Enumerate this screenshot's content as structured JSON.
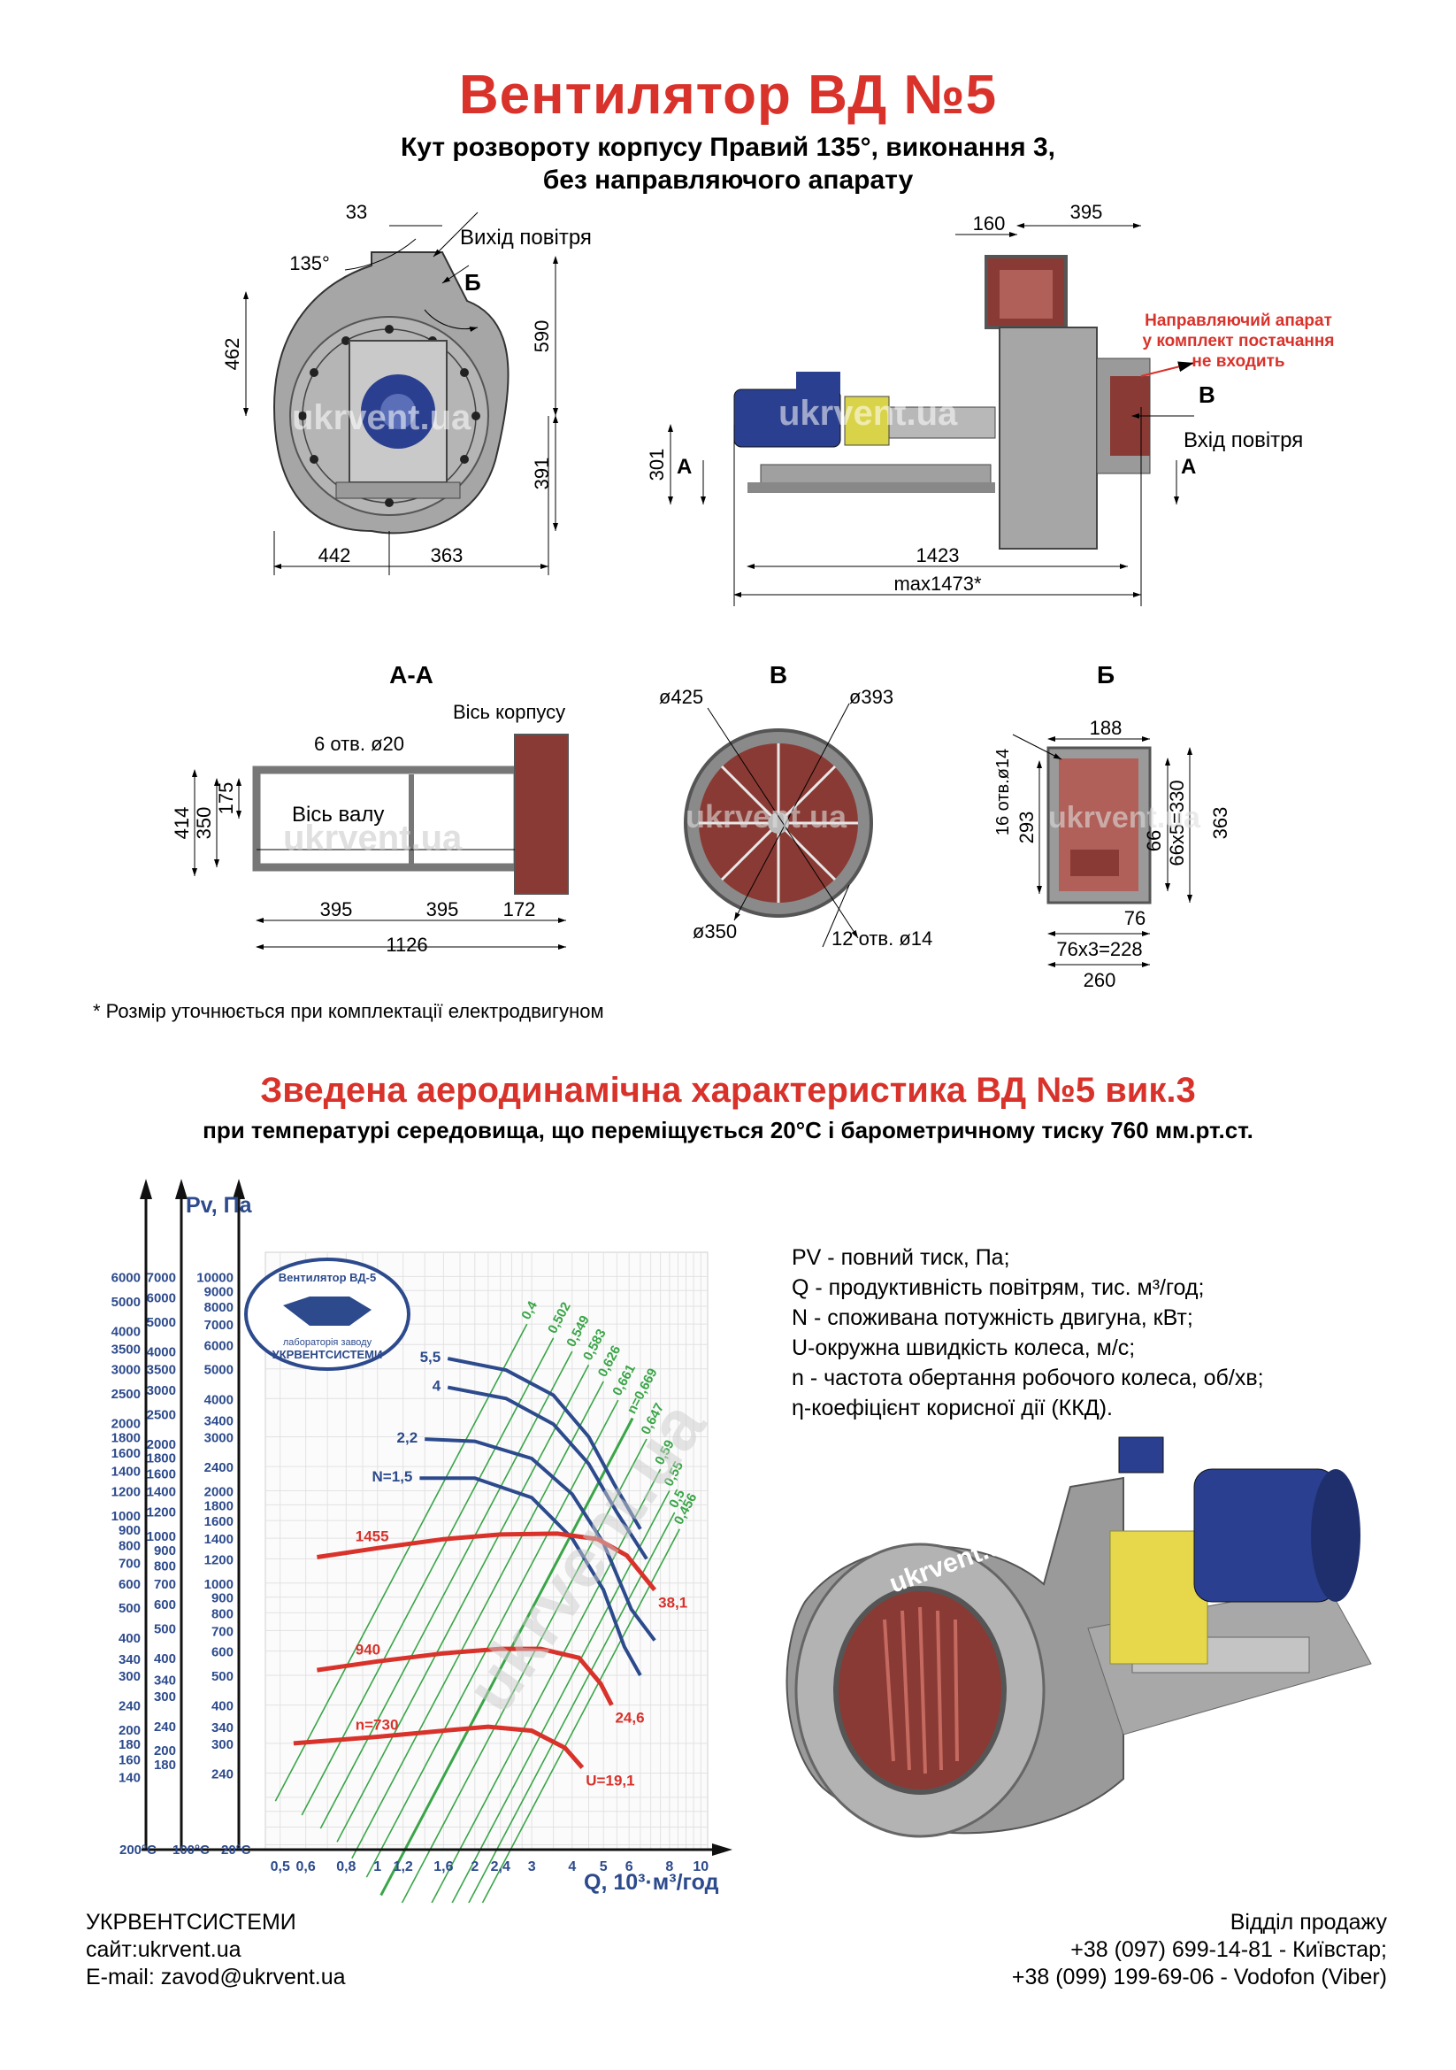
{
  "header": {
    "title": "Вентилятор  ВД №5",
    "subtitle_line1": "Кут розвороту корпусу Правий 135°, виконання 3,",
    "subtitle_line2": "без направляючого апарату"
  },
  "front_view": {
    "dim_top": "33",
    "air_out": "Вихід повітря",
    "angle": "135°",
    "arrow_b": "Б",
    "dim_left": "462",
    "dim_right_top": "590",
    "dim_right_bottom": "391",
    "dim_bottom_left": "442",
    "dim_bottom_right": "363"
  },
  "side_view": {
    "dim_160": "160",
    "dim_395": "395",
    "guide_note_1": "Направляючий апарат",
    "guide_note_2": "у комплект постачання",
    "guide_note_3": "не входить",
    "arrow_b": "В",
    "air_in": "Вхід повітря",
    "arrow_a": "А",
    "dim_301": "301",
    "dim_1423": "1423",
    "dim_max": "max1473*"
  },
  "section_aa": {
    "title": "А-А",
    "body_axis": "Вісь корпусу",
    "holes": "6 отв. ø20",
    "shaft_axis": "Вісь валу",
    "dim_414": "414",
    "dim_350": "350",
    "dim_175": "175",
    "dim_395a": "395",
    "dim_395b": "395",
    "dim_172": "172",
    "dim_1126": "1126"
  },
  "section_v": {
    "title": "В",
    "d425": "ø425",
    "d393": "ø393",
    "d350": "ø350",
    "holes": "12 отв. ø14"
  },
  "section_b": {
    "title": "Б",
    "dim_188": "188",
    "holes": "16 отв.ø14",
    "dim_293": "293",
    "dim_66": "66",
    "dim_66x5": "66х5=330",
    "dim_363": "363",
    "dim_76": "76",
    "dim_76x3": "76х3=228",
    "dim_260": "260"
  },
  "watermark": "ukrvent.ua",
  "note": "* Розмір уточнюється при комплектації електродвигуном",
  "section2": {
    "title": "Зведена аеродинамічна характеристика ВД №5 вик.3",
    "subtitle": "при температурі середовища, що переміщується 20°С і барометричному тиску 760 мм.рт.ст."
  },
  "chart_data": {
    "type": "line",
    "title": "",
    "ylabel": "P<sub>v</sub>, Па",
    "ylabel_text": "Pv, Па",
    "xlabel": "Q, 10³·м³/год",
    "x_scale": "log",
    "y_scale": "log",
    "xlim": [
      0.45,
      10.5
    ],
    "ylim": [
      135,
      12000
    ],
    "x_ticks": [
      "0,5",
      "0,6",
      "0,8",
      "1",
      "1,2",
      "1,6",
      "2",
      "2,4",
      "3",
      "4",
      "5",
      "6",
      "8",
      "10"
    ],
    "x_tick_values": [
      0.5,
      0.6,
      0.8,
      1,
      1.2,
      1.6,
      2,
      2.4,
      3,
      4,
      5,
      6,
      8,
      10
    ],
    "y_axis_200": {
      "label": "200°С",
      "ticks": [
        "6000",
        "5000",
        "4000",
        "3500",
        "3000",
        "2500",
        "2000",
        "1800",
        "1600",
        "1400",
        "1200",
        "1000",
        "900",
        "800",
        "700",
        "600",
        "500",
        "400",
        "340",
        "300",
        "240",
        "200",
        "180",
        "160",
        "140"
      ]
    },
    "y_axis_100": {
      "label": "100°С",
      "ticks": [
        "7000",
        "6000",
        "5000",
        "4000",
        "3500",
        "3000",
        "2500",
        "2000",
        "1800",
        "1600",
        "1400",
        "1200",
        "1000",
        "900",
        "800",
        "700",
        "600",
        "500",
        "400",
        "340",
        "300",
        "240",
        "200",
        "180"
      ]
    },
    "y_axis_20": {
      "label": "20°С",
      "ticks": [
        "10000",
        "9000",
        "8000",
        "7000",
        "6000",
        "5000",
        "4000",
        "3400",
        "3000",
        "2400",
        "2000",
        "1800",
        "1600",
        "1400",
        "1200",
        "1000",
        "900",
        "800",
        "700",
        "600",
        "500",
        "400",
        "340",
        "300",
        "240"
      ]
    },
    "speed_curves": [
      {
        "n": "1455",
        "u": "38,1",
        "points": [
          [
            0.65,
            1215
          ],
          [
            1,
            1300
          ],
          [
            1.6,
            1390
          ],
          [
            2.4,
            1440
          ],
          [
            3.6,
            1450
          ],
          [
            4.8,
            1390
          ],
          [
            5.9,
            1230
          ],
          [
            7.2,
            950
          ]
        ]
      },
      {
        "n": "940",
        "u": "24,6",
        "points": [
          [
            0.65,
            520
          ],
          [
            1,
            555
          ],
          [
            1.6,
            590
          ],
          [
            2.4,
            610
          ],
          [
            3.2,
            610
          ],
          [
            4.2,
            570
          ],
          [
            4.9,
            470
          ],
          [
            5.3,
            400
          ]
        ]
      },
      {
        "n": "n=730",
        "u": "U=19,1",
        "points": [
          [
            0.55,
            300
          ],
          [
            1,
            315
          ],
          [
            1.6,
            330
          ],
          [
            2.2,
            340
          ],
          [
            3,
            330
          ],
          [
            3.8,
            290
          ],
          [
            4.3,
            250
          ]
        ]
      }
    ],
    "power_curves": [
      {
        "label": "5,5",
        "points": [
          [
            1.65,
            5400
          ],
          [
            2.5,
            4950
          ],
          [
            3.5,
            4100
          ],
          [
            4.5,
            3000
          ],
          [
            5.4,
            2100
          ],
          [
            6.5,
            1500
          ]
        ]
      },
      {
        "label": "4",
        "points": [
          [
            1.65,
            4350
          ],
          [
            2.5,
            4000
          ],
          [
            3.5,
            3300
          ],
          [
            4.5,
            2450
          ],
          [
            5.5,
            1700
          ],
          [
            6.8,
            1200
          ]
        ]
      },
      {
        "label": "2,2",
        "points": [
          [
            1.4,
            2950
          ],
          [
            2,
            2900
          ],
          [
            3,
            2550
          ],
          [
            4,
            1950
          ],
          [
            5,
            1350
          ],
          [
            6.1,
            820
          ],
          [
            7.2,
            650
          ]
        ]
      },
      {
        "label": "N=1,5",
        "points": [
          [
            1.35,
            2200
          ],
          [
            2,
            2200
          ],
          [
            3,
            1900
          ],
          [
            4,
            1400
          ],
          [
            5,
            950
          ],
          [
            5.8,
            620
          ],
          [
            6.5,
            500
          ]
        ]
      }
    ],
    "efficiency_lines": [
      {
        "label": "0,4",
        "end": [
          2.9,
          7000
        ]
      },
      {
        "label": "0,502",
        "end": [
          3.5,
          6300
        ]
      },
      {
        "label": "0,549",
        "end": [
          4.0,
          5700
        ]
      },
      {
        "label": "0,583",
        "end": [
          4.5,
          5150
        ]
      },
      {
        "label": "0,626",
        "end": [
          5.0,
          4550
        ]
      },
      {
        "label": "0,661",
        "end": [
          5.55,
          3950
        ]
      },
      {
        "label": "n=0,669",
        "end": [
          6.15,
          3450
        ]
      },
      {
        "label": "0,647",
        "end": [
          6.8,
          2950
        ]
      },
      {
        "label": "0,59",
        "end": [
          7.5,
          2350
        ]
      },
      {
        "label": "0,55",
        "end": [
          8.0,
          2000
        ]
      },
      {
        "label": "0,5",
        "end": [
          8.3,
          1700
        ]
      },
      {
        "label": "0,456",
        "end": [
          8.6,
          1500
        ]
      }
    ],
    "badge_line1": "Вентилятор ВД-5",
    "badge_line2": "лабораторія заводу",
    "badge_line3": "УКРВЕНТСИСТЕМИ"
  },
  "legend": [
    "PV - повний тиск, Па;",
    "Q - продуктивність повітрям, тис. м³/год;",
    "N - споживана потужність двигуна, кВт;",
    "U-окружна швидкість колеса, м/с;",
    "n - частота обертання робочого колеса, об/хв;",
    "η-коефіцієнт корисної дії (ККД)."
  ],
  "footer": {
    "company": "УКРВЕНТСИСТЕМИ",
    "site": "сайт:ukrvent.ua",
    "email": "E-mail: zavod@ukrvent.ua",
    "sales": "Відділ продажу",
    "phone1": "+38 (097) 699-14-81 - Київстар;",
    "phone2": "+38 (099) 199-69-06 - Vodofon (Viber)"
  },
  "colors": {
    "red": "#d8322b",
    "blue": "#2c4a8c",
    "green": "#3aa548",
    "metal": "#9a9a9a",
    "motor": "#2a3f8f",
    "coupling": "#e6d84a",
    "duct": "#8a3a34"
  }
}
